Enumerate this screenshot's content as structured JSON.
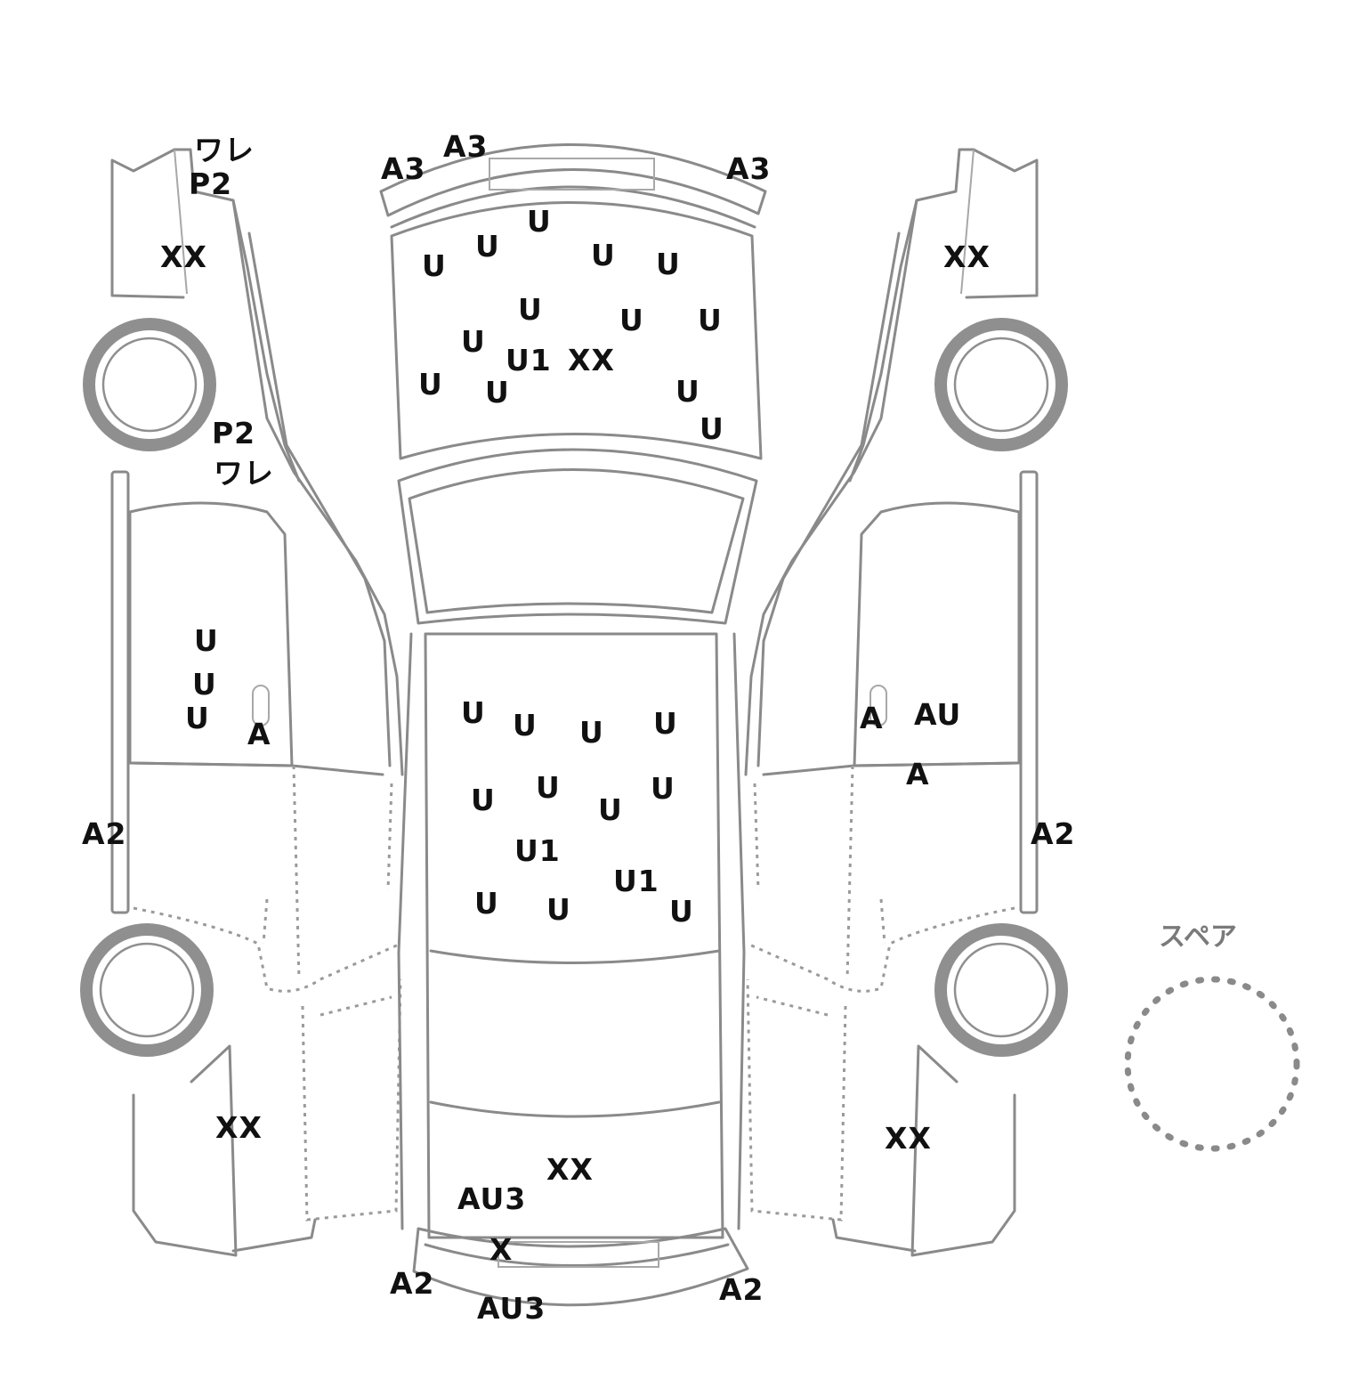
{
  "spare_label": "スペア",
  "marks": [
    {
      "id": "lf-1",
      "text": "ワレ"
    },
    {
      "id": "lf-2",
      "text": "P2"
    },
    {
      "id": "lf-3",
      "text": "XX"
    },
    {
      "id": "lf-4",
      "text": "P2"
    },
    {
      "id": "lf-5",
      "text": "ワレ"
    },
    {
      "id": "ld-1",
      "text": "U"
    },
    {
      "id": "ld-2",
      "text": "U"
    },
    {
      "id": "ld-3",
      "text": "U"
    },
    {
      "id": "ld-4",
      "text": "A"
    },
    {
      "id": "ls-1",
      "text": "A2"
    },
    {
      "id": "lr-1",
      "text": "XX"
    },
    {
      "id": "fb-1",
      "text": "A3"
    },
    {
      "id": "fb-2",
      "text": "A3"
    },
    {
      "id": "fb-3",
      "text": "A3"
    },
    {
      "id": "h-1",
      "text": "U"
    },
    {
      "id": "h-2",
      "text": "U"
    },
    {
      "id": "h-3",
      "text": "U"
    },
    {
      "id": "h-4",
      "text": "U"
    },
    {
      "id": "h-5",
      "text": "U"
    },
    {
      "id": "h-6",
      "text": "U"
    },
    {
      "id": "h-7",
      "text": "U"
    },
    {
      "id": "h-8",
      "text": "U"
    },
    {
      "id": "h-9",
      "text": "U"
    },
    {
      "id": "h-10",
      "text": "U1"
    },
    {
      "id": "h-11",
      "text": "XX"
    },
    {
      "id": "h-12",
      "text": "U"
    },
    {
      "id": "h-13",
      "text": "U"
    },
    {
      "id": "h-14",
      "text": "U"
    },
    {
      "id": "h-15",
      "text": "U"
    },
    {
      "id": "r-1",
      "text": "U"
    },
    {
      "id": "r-2",
      "text": "U"
    },
    {
      "id": "r-3",
      "text": "U"
    },
    {
      "id": "r-4",
      "text": "U"
    },
    {
      "id": "r-5",
      "text": "U"
    },
    {
      "id": "r-6",
      "text": "U"
    },
    {
      "id": "r-7",
      "text": "U"
    },
    {
      "id": "r-8",
      "text": "U"
    },
    {
      "id": "r-9",
      "text": "U1"
    },
    {
      "id": "r-10",
      "text": "U1"
    },
    {
      "id": "r-11",
      "text": "U"
    },
    {
      "id": "r-12",
      "text": "U"
    },
    {
      "id": "r-13",
      "text": "U"
    },
    {
      "id": "t-1",
      "text": "XX"
    },
    {
      "id": "t-2",
      "text": "AU3"
    },
    {
      "id": "rb-1",
      "text": "X"
    },
    {
      "id": "rb-2",
      "text": "A2"
    },
    {
      "id": "rb-3",
      "text": "AU3"
    },
    {
      "id": "rb-4",
      "text": "A2"
    },
    {
      "id": "rf-1",
      "text": "XX"
    },
    {
      "id": "rd-1",
      "text": "A"
    },
    {
      "id": "rd-2",
      "text": "AU"
    },
    {
      "id": "rd-3",
      "text": "A"
    },
    {
      "id": "rs-1",
      "text": "A2"
    },
    {
      "id": "rr-1",
      "text": "XX"
    }
  ]
}
